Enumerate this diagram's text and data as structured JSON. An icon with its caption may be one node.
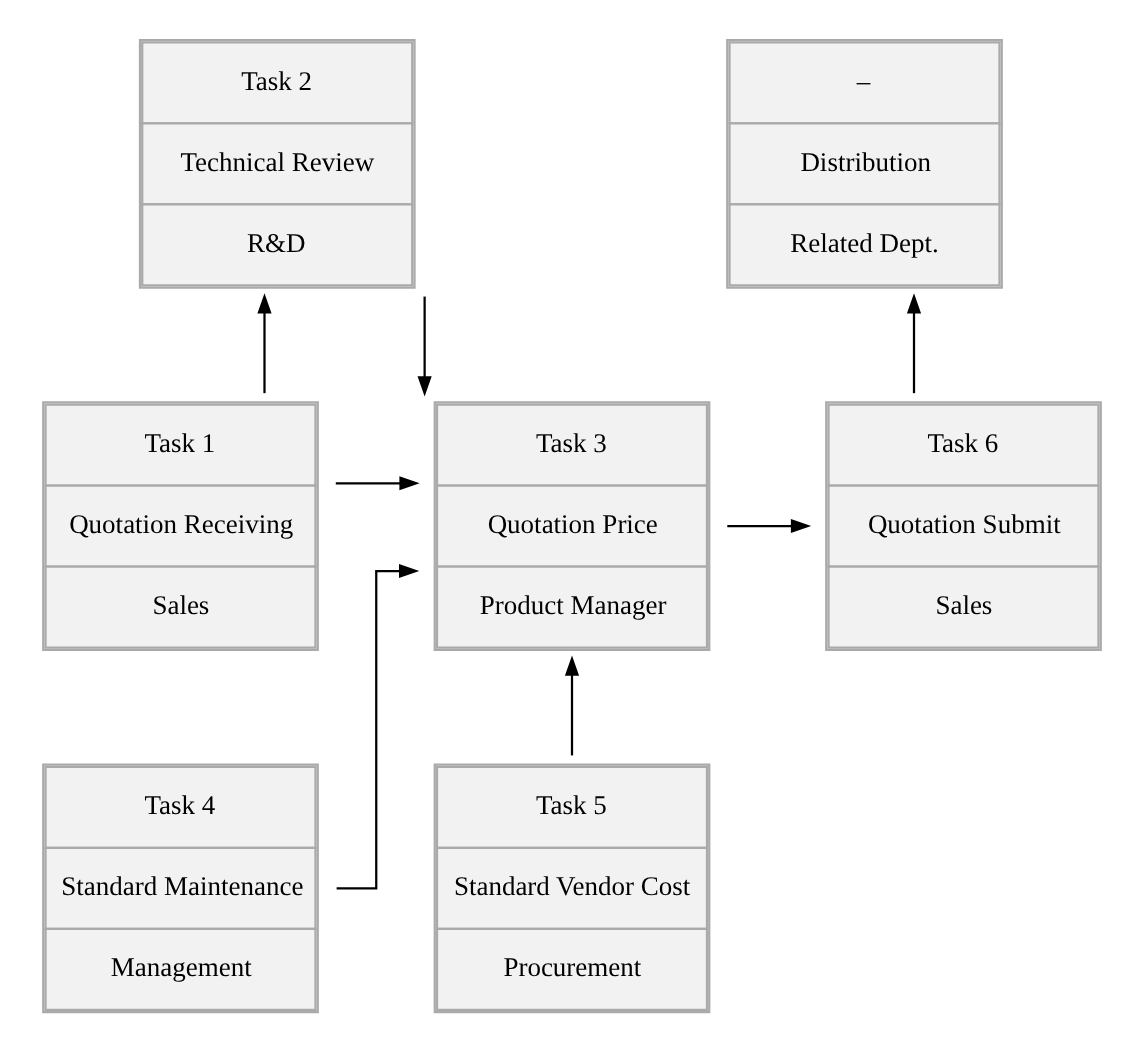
{
  "diagram": {
    "nodes": [
      {
        "text": [
          "Task 2",
          "Technical Review",
          "R&D"
        ]
      },
      {
        "text": [
          "–",
          "Distribution",
          "Related Dept."
        ]
      },
      {
        "text": [
          "Task 1",
          "Quotation Receiving",
          "Sales"
        ]
      },
      {
        "text": [
          "Task 3",
          "Quotation Price",
          "Product Manager"
        ]
      },
      {
        "text": [
          "Task 6",
          "Quotation Submit",
          "Sales"
        ]
      },
      {
        "text": [
          "Task 4",
          "Standard Maintenance",
          "Management"
        ]
      },
      {
        "text": [
          "Task 5",
          "Standard Vendor Cost",
          "Procurement"
        ]
      }
    ],
    "edges": [
      {
        "from": 2,
        "to": 0,
        "arrow": "to"
      },
      {
        "from": 2,
        "to": 3,
        "arrow": "to"
      },
      {
        "from": 0,
        "to": 3,
        "arrow": "to"
      },
      {
        "from": 3,
        "to": 4,
        "arrow": "to"
      },
      {
        "from": 4,
        "to": 1,
        "arrow": "to"
      },
      {
        "from": 5,
        "to": 3,
        "arrow": "to"
      },
      {
        "from": 6,
        "to": 3,
        "arrow": "to"
      }
    ]
  }
}
